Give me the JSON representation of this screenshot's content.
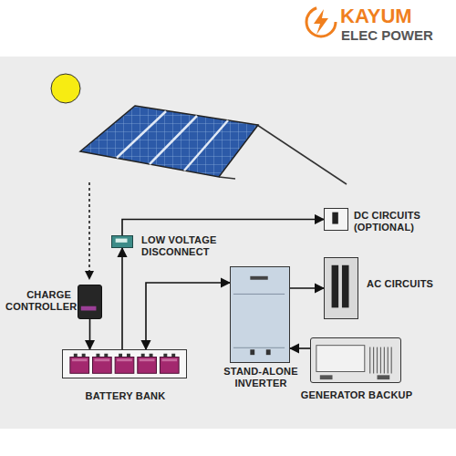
{
  "diagram": {
    "nodes": [
      {
        "text": [
          "DC CIRCUITS (OPTIONAL)"
        ]
      },
      {
        "text": [
          "LOW VOLTAGE DISCONNECT"
        ]
      },
      {
        "text": [
          "CHARGE CONTROLLER"
        ]
      },
      {
        "text": [
          "AC CIRCUITS"
        ]
      },
      {
        "text": [
          "BATTERY BANK"
        ]
      },
      {
        "text": [
          "STAND-ALONE INVERTER"
        ]
      },
      {
        "text": [
          "GENERATOR BACKUP"
        ]
      }
    ],
    "edges": [
      {
        "from": 2,
        "to": 4,
        "arrow": "to"
      },
      {
        "from": 4,
        "to": 1,
        "arrow": "to"
      },
      {
        "from": 1,
        "to": 0,
        "arrow": "to"
      },
      {
        "from": 4,
        "to": 5,
        "arrow": "both"
      },
      {
        "from": 5,
        "to": 3,
        "arrow": "to"
      },
      {
        "from": 6,
        "to": 5,
        "arrow": "to"
      }
    ],
    "labels": [
      "KAYUM",
      "ELEC POWER"
    ]
  }
}
